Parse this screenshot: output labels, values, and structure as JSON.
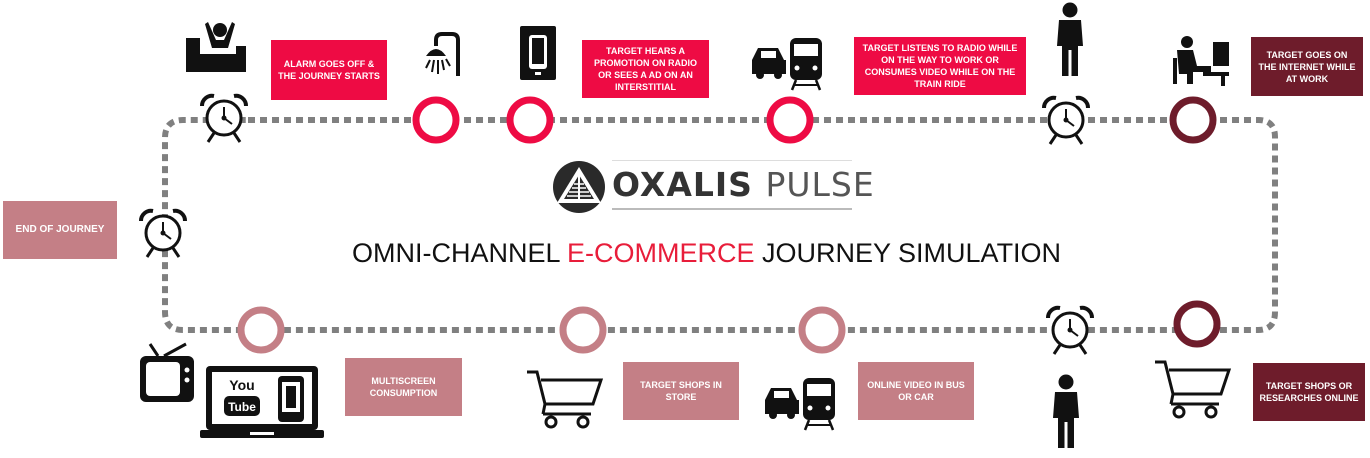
{
  "logo": {
    "brand_bold": "OXALIS",
    "brand_light": "PULSE"
  },
  "title": {
    "prefix": "OMNI-CHANNEL ",
    "accent": "E-COMMERCE",
    "suffix": " JOURNEY SIMULATION"
  },
  "colors": {
    "red": "#ee0b44",
    "pink": "#c47f86",
    "maroon": "#6e1c2b",
    "track": "#808080"
  },
  "steps": {
    "alarm": "ALARM GOES OFF & THE JOURNEY STARTS",
    "promotion": "TARGET HEARS A PROMOTION ON RADIO OR SEES A AD ON AN INTERSTITIAL",
    "radio": "TARGET LISTENS TO RADIO WHILE ON THE WAY TO WORK OR CONSUMES VIDEO WHILE ON THE TRAIN RIDE",
    "internet": "TARGET GOES ON THE INTERNET WHILE AT WORK",
    "shops_online": "TARGET SHOPS OR RESEARCHES ONLINE",
    "online_video": "ONLINE VIDEO IN BUS OR CAR",
    "shops_store": "TARGET SHOPS IN STORE",
    "multiscreen": "MULTISCREEN CONSUMPTION",
    "end": "END OF JOURNEY"
  },
  "icons": [
    "wake-up-icon",
    "shower-icon",
    "tablet-icon",
    "car-train-icon",
    "person-icon",
    "office-work-icon",
    "alarm-clock-icon",
    "shopping-cart-icon",
    "tv-icon",
    "laptop-youtube-icon",
    "oxalis-logo-icon"
  ]
}
